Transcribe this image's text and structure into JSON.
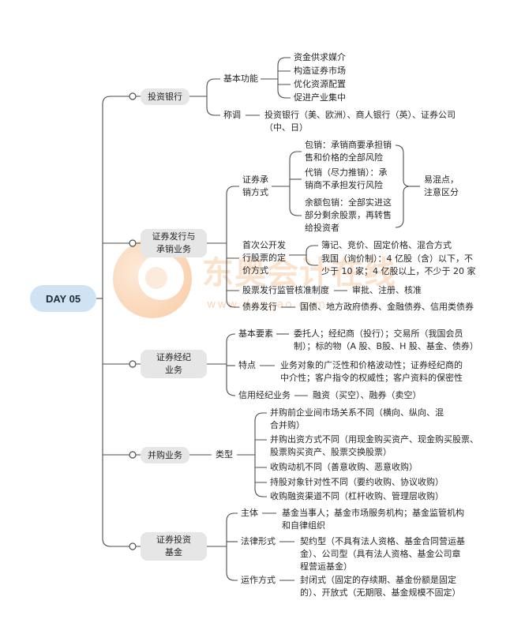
{
  "colors": {
    "root_fill": "#cfe3f2",
    "pill_fill": "#e6e6e6",
    "line": "#4d4d4d",
    "text": "#262626",
    "watermark": "#f39a4f"
  },
  "watermark": {
    "brand": "东奥会计在线",
    "url": "www.dongao.com"
  },
  "root": {
    "label": "DAY 05"
  },
  "branches": [
    {
      "label": "投资银行",
      "children": [
        {
          "label": "基本功能",
          "items": [
            "资金供求媒介",
            "构造证券市场",
            "优化资源配置",
            "促进产业集中"
          ]
        },
        {
          "label": "称调",
          "detail": "投资银行（美、欧洲）、商人银行（英）、证券公司\n（中、日）"
        }
      ]
    },
    {
      "label": "证券发行与\n承销业务",
      "children": [
        {
          "label": "证券承\n销方式",
          "items": [
            "包销：承销商要承担销\n售和价格的全部风险",
            "代销（尽力推销）：承\n销商不承担发行风险",
            "余额包销：全部实进这\n部分剩余股票，再转售\n给投资者"
          ],
          "summary": "易混点，\n注意区分"
        },
        {
          "label": "首次公开发\n行股票的定\n价方式",
          "items": [
            "簿记、竞价、固定价格、混合方式",
            "我国（询价制）：4 亿股（含）以下，不\n少于 10 家；4 亿股以上，不少于 20 家"
          ]
        },
        {
          "label": "股票发行监管核准制度",
          "detail": "审批、注册、核准"
        },
        {
          "label": "债券发行",
          "detail": "国债、地方政府债券、金融债券、信用类债券"
        }
      ]
    },
    {
      "label": "证券经纪\n业务",
      "children": [
        {
          "label": "基本要素",
          "detail": "委托人；经纪商（投行）；交易所（我国会员\n制）；标的物（A 股、B股、H 股、基金、债券）"
        },
        {
          "label": "特点",
          "detail": "业务对象的广泛性和价格波动性；证券经纪商的\n中介性；客户指令的权威性；客户资料的保密性"
        },
        {
          "label": "信用经纪业务",
          "detail": "融资（买空）、融券（卖空）"
        }
      ]
    },
    {
      "label": "并购业务",
      "children": [
        {
          "label": "类型",
          "items": [
            "并购前企业间市场关系不同（横向、纵向、混\n合并购）",
            "并购出资方式不同（用现金购买资产、现金购买股票、\n股票购买资产、股票交换股票）",
            "收购动机不同（善意收购、恶意收购）",
            "持股对象针对性不同（要约收购、协议收购）",
            "收购融资渠道不同（杠杆收购、管理层收购）"
          ]
        }
      ]
    },
    {
      "label": "证券投资\n基金",
      "children": [
        {
          "label": "主体",
          "detail": "基金当事人；基金市场服务机构；基金监管机构\n和自律组织"
        },
        {
          "label": "法律形式",
          "detail": "契约型（不具有法人资格、基金合同营运基\n金）、公司型（具有法人资格、基金公司章\n程营运基金）"
        },
        {
          "label": "运作方式",
          "detail": "封闭式（固定的存续期、基金份额是固定\n的）、开放式（无期限、基金规模不固定）"
        }
      ]
    }
  ]
}
